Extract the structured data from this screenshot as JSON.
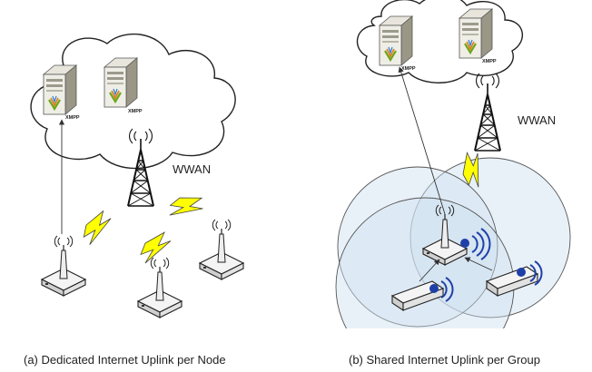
{
  "panel_a": {
    "caption": "(a) Dedicated Internet Uplink per Node",
    "wwan_label": "WWAN",
    "server_label_1": "XMPP",
    "server_label_2": "XMPP"
  },
  "panel_b": {
    "caption": "(b) Shared Internet Uplink per Group",
    "wwan_label": "WWAN",
    "server_label_1": "XMPP",
    "server_label_2": "XMPP"
  },
  "colors": {
    "cloud_stroke": "#222222",
    "lightning": "#ffff00",
    "range_circle_fill": "#cfe0ef",
    "signal_blue": "#1f3fa8",
    "device_body": "#f2f2f2"
  }
}
